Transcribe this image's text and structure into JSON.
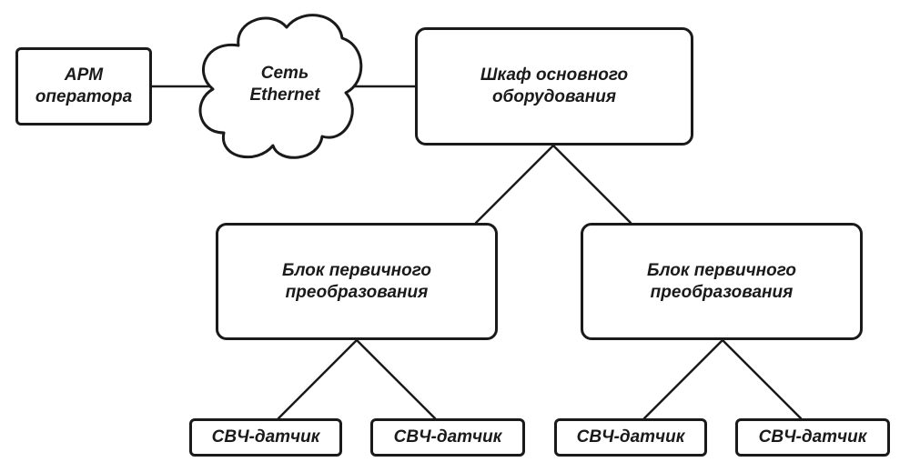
{
  "diagram": {
    "workstation": {
      "line1": "АРМ",
      "line2": "оператора"
    },
    "network": {
      "line1": "Сеть",
      "line2": "Ethernet"
    },
    "cabinet": {
      "line1": "Шкаф основного",
      "line2": "оборудования"
    },
    "converter_left": {
      "line1": "Блок первичного",
      "line2": "преобразования"
    },
    "converter_right": {
      "line1": "Блок первичного",
      "line2": "преобразования"
    },
    "sensors": [
      {
        "label": "СВЧ-датчик"
      },
      {
        "label": "СВЧ-датчик"
      },
      {
        "label": "СВЧ-датчик"
      },
      {
        "label": "СВЧ-датчик"
      }
    ]
  }
}
